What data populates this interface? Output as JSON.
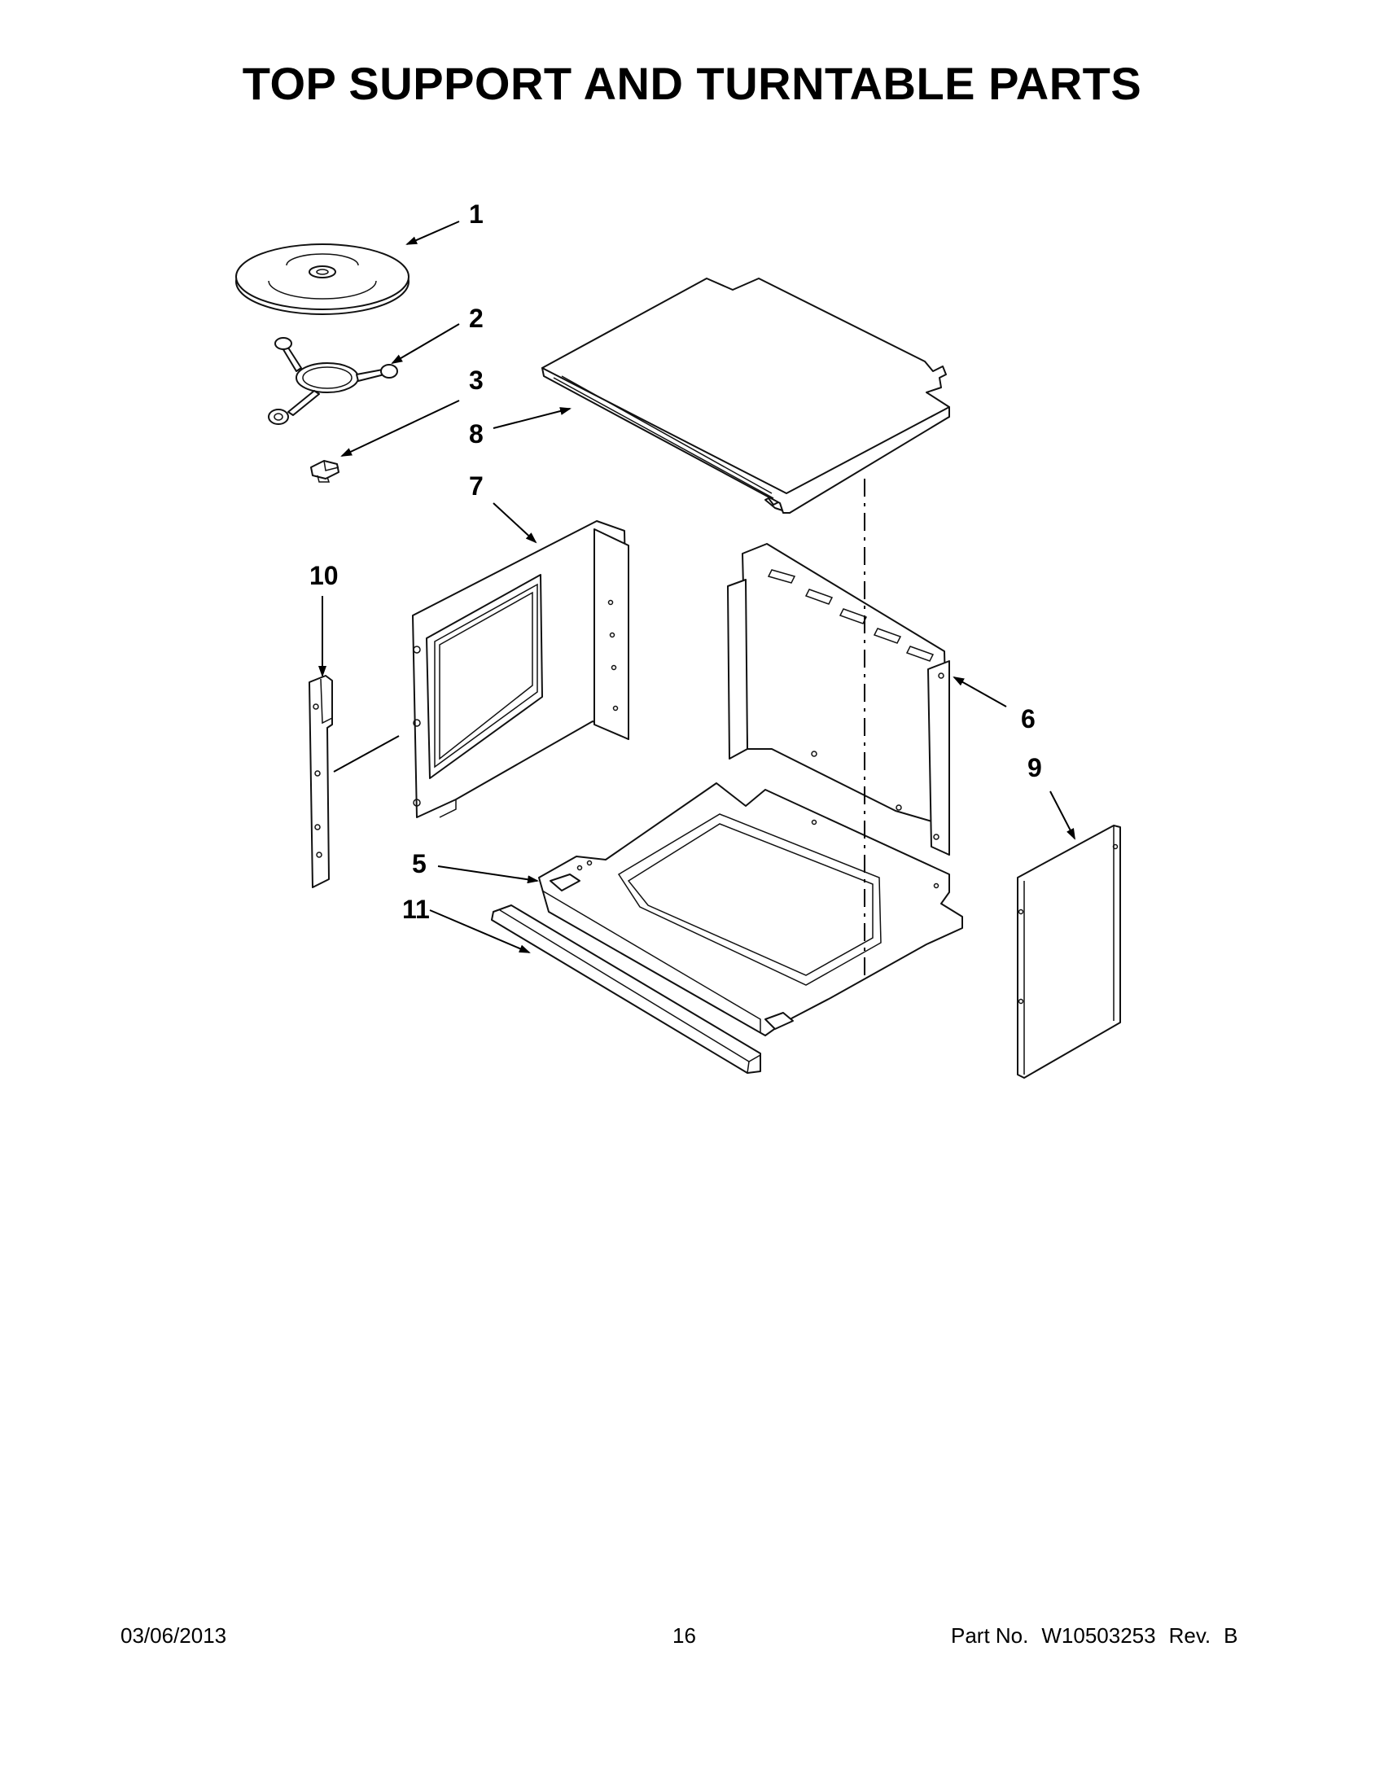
{
  "title": "TOP SUPPORT AND TURNTABLE PARTS",
  "callouts": {
    "c1": "1",
    "c2": "2",
    "c3": "3",
    "c5": "5",
    "c6": "6",
    "c7": "7",
    "c8": "8",
    "c9": "9",
    "c10": "10",
    "c11": "11"
  },
  "footer": {
    "date": "03/06/2013",
    "page": "16",
    "part_label": "Part No.",
    "part_number": "W10503253",
    "rev_label": "Rev.",
    "rev": "B"
  }
}
